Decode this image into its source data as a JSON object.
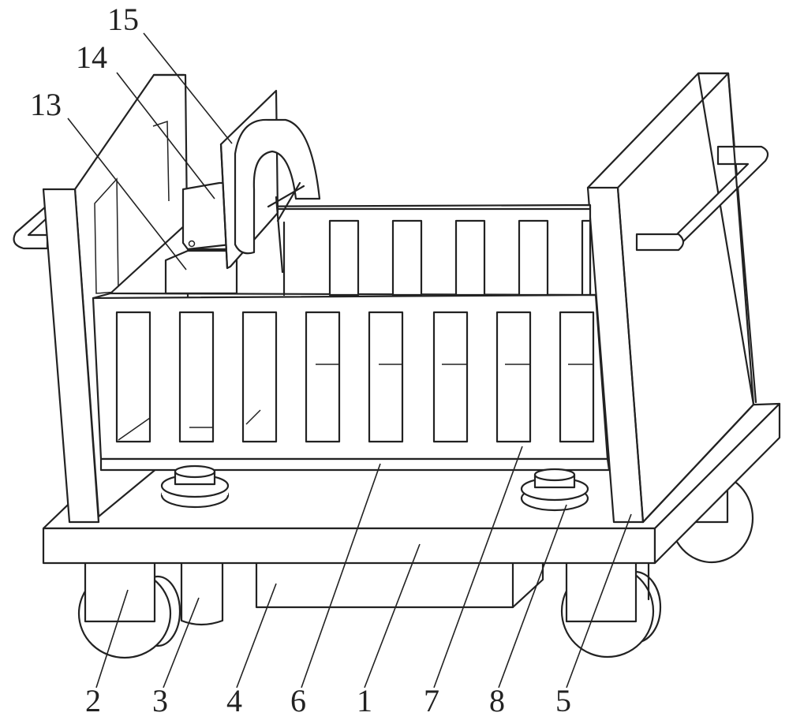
{
  "figure": {
    "stroke_color": "#222222",
    "background_color": "#ffffff"
  },
  "labels": {
    "l1": "1",
    "l2": "2",
    "l3": "3",
    "l4": "4",
    "l5": "5",
    "l6": "6",
    "l7": "7",
    "l8": "8",
    "l13": "13",
    "l14": "14",
    "l15": "15"
  }
}
